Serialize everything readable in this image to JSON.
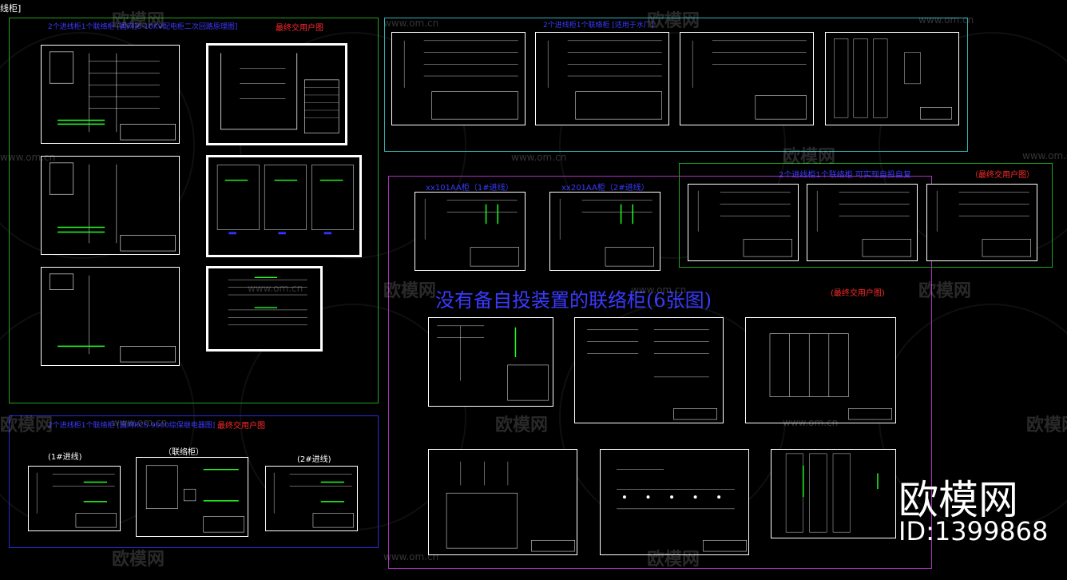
{
  "window": {
    "title_fragment": "线柜]"
  },
  "groups": {
    "top_left_title": "2个进线柜1个联络柜 [国网]6-10KV配电柜二次回路原理图]",
    "top_left_final": "最终交用户图",
    "top_right_title": "2个进线柜1个联络柜 [适用于水厂]",
    "mid_right_title": "2个进线柜1个联络柜 可实现自投自复",
    "mid_right_final": "（最终交用户图）",
    "purple_sub1": "xx101AA柜（1#进线）",
    "purple_sub2": "xx201AA柜（2#进线）",
    "purple_main": "没有备自投装置的联络柜(6张图)",
    "purple_final": "(最终交用户图)",
    "bottom_left_title": "2个进线柜1个联络柜 [国网RCS-9000综保继电器图]",
    "bottom_left_final": "最终交用户图",
    "bl_label1": "(1#进线)",
    "bl_label2": "（联络柜）",
    "bl_label3": "(2#进线)"
  },
  "watermark": {
    "brand": "欧模网",
    "url": "www.om.cn",
    "big_brand": "欧模网",
    "id": "ID:1399868"
  },
  "colors": {
    "green_frame": "#1fa31f",
    "cyan_frame": "#2fb3b3",
    "purple_frame": "#b030c0",
    "blue_frame": "#2a2ad8",
    "label_blue": "#3a3aff",
    "label_red": "#ff2a2a",
    "label_green": "#40ff40"
  }
}
